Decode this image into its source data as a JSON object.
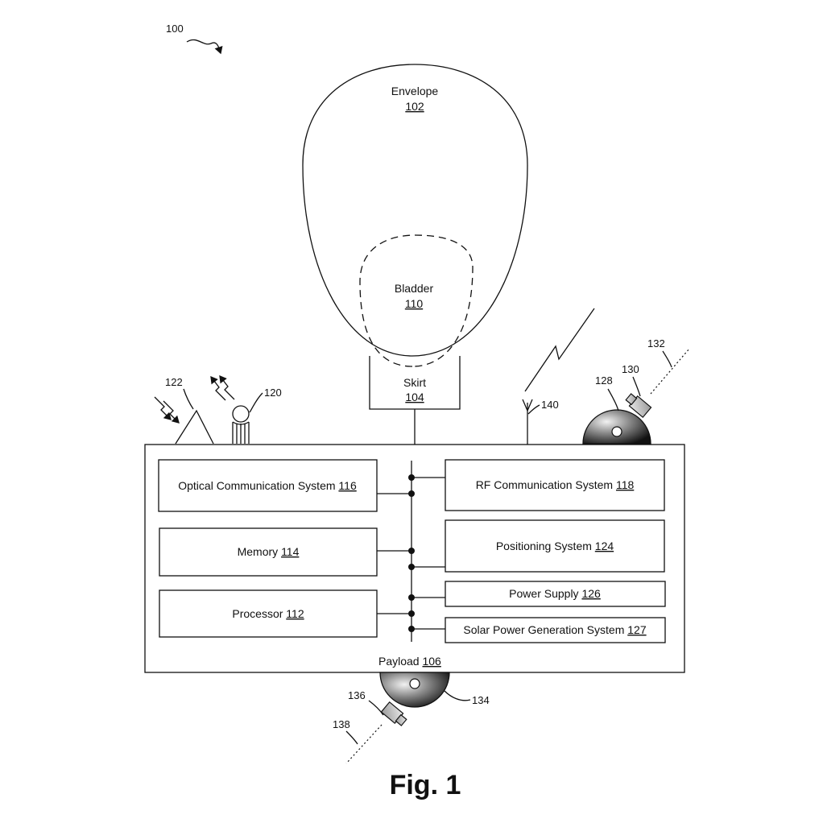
{
  "figure_ref": "100",
  "envelope": {
    "label": "Envelope",
    "ref": "102"
  },
  "bladder": {
    "label": "Bladder",
    "ref": "110"
  },
  "skirt": {
    "label": "Skirt",
    "ref": "104"
  },
  "payload": {
    "label": "Payload",
    "ref": "106"
  },
  "components": {
    "optical": {
      "label": "Optical Communication System",
      "ref": "116"
    },
    "rf": {
      "label": "RF Communication System",
      "ref": "118"
    },
    "memory": {
      "label": "Memory",
      "ref": "114"
    },
    "positioning": {
      "label": "Positioning System",
      "ref": "124"
    },
    "processor": {
      "label": "Processor",
      "ref": "112"
    },
    "power": {
      "label": "Power Supply",
      "ref": "126"
    },
    "solar": {
      "label": "Solar Power Generation System",
      "ref": "127"
    }
  },
  "callouts": {
    "c120": "120",
    "c122": "122",
    "c128": "128",
    "c130": "130",
    "c132": "132",
    "c134": "134",
    "c136": "136",
    "c138": "138",
    "c140": "140"
  },
  "caption": "Fig. 1"
}
